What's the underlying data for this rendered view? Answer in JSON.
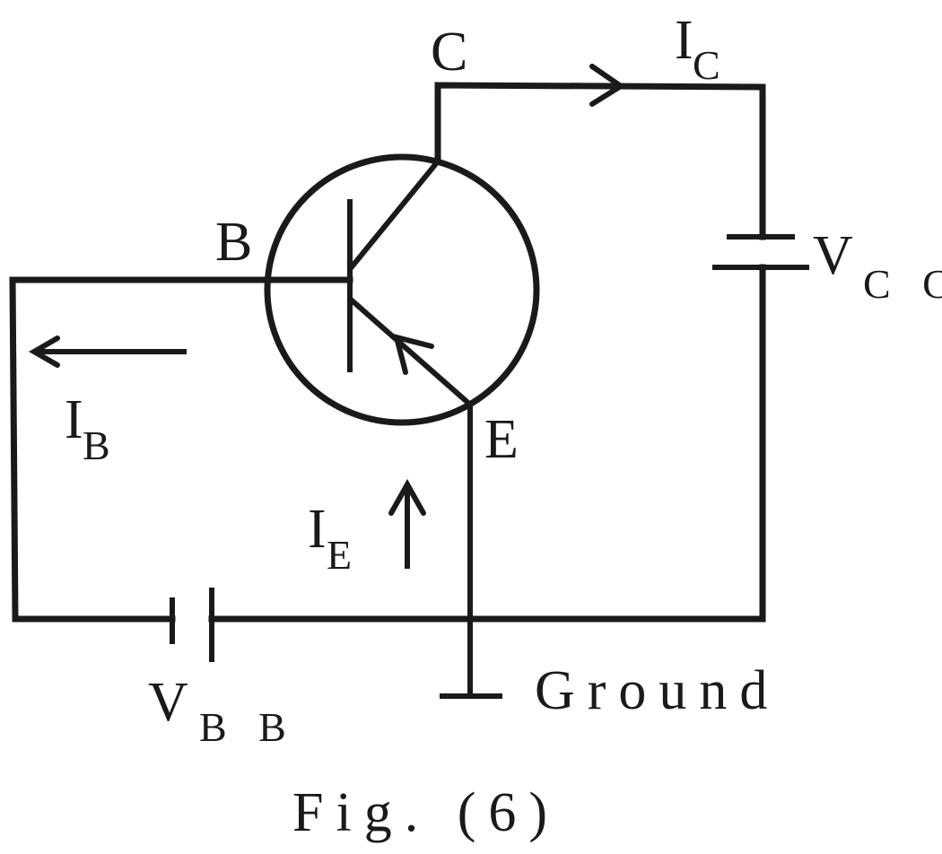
{
  "labels": {
    "collector": "C",
    "base": "B",
    "emitter": "E",
    "ic_main": "I",
    "ic_sub": "C",
    "ib_main": "I",
    "ib_sub": "B",
    "ie_main": "I",
    "ie_sub": "E",
    "vcc_main": "V",
    "vcc_sub": "C C",
    "vbb_main": "V",
    "vbb_sub": "B B",
    "ground": "Ground",
    "caption": "Fig. (6)"
  }
}
